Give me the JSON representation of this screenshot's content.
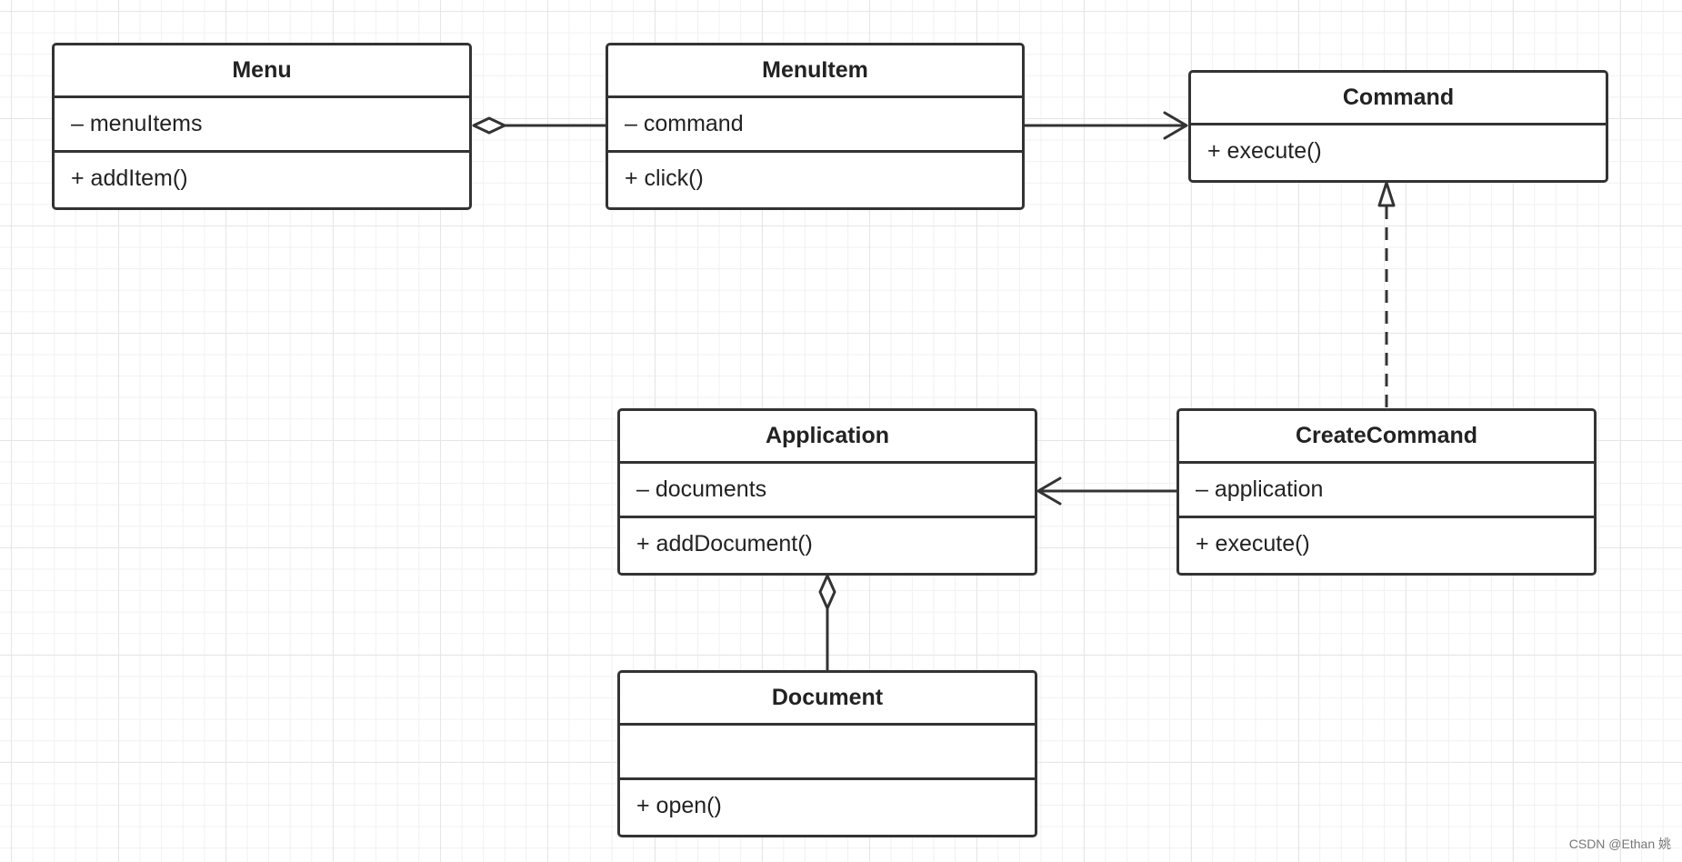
{
  "diagram": {
    "classes": [
      {
        "id": "menu",
        "name": "Menu",
        "attributes": [
          "– menuItems"
        ],
        "methods": [
          "+ addItem()"
        ]
      },
      {
        "id": "menuitem",
        "name": "MenuItem",
        "attributes": [
          "– command"
        ],
        "methods": [
          "+ click()"
        ]
      },
      {
        "id": "command",
        "name": "Command",
        "attributes": [],
        "methods": [
          "+ execute()"
        ]
      },
      {
        "id": "application",
        "name": "Application",
        "attributes": [
          "– documents"
        ],
        "methods": [
          "+ addDocument()"
        ]
      },
      {
        "id": "createcommand",
        "name": "CreateCommand",
        "attributes": [
          "– application"
        ],
        "methods": [
          "+ execute()"
        ]
      },
      {
        "id": "document",
        "name": "Document",
        "attributes": [],
        "methods": [
          "+ open()"
        ]
      }
    ],
    "relations": [
      {
        "from": "Menu",
        "to": "MenuItem",
        "type": "aggregation"
      },
      {
        "from": "MenuItem",
        "to": "Command",
        "type": "association"
      },
      {
        "from": "CreateCommand",
        "to": "Command",
        "type": "realization"
      },
      {
        "from": "CreateCommand",
        "to": "Application",
        "type": "association"
      },
      {
        "from": "Application",
        "to": "Document",
        "type": "aggregation"
      }
    ]
  },
  "watermark": "CSDN @Ethan 姚"
}
